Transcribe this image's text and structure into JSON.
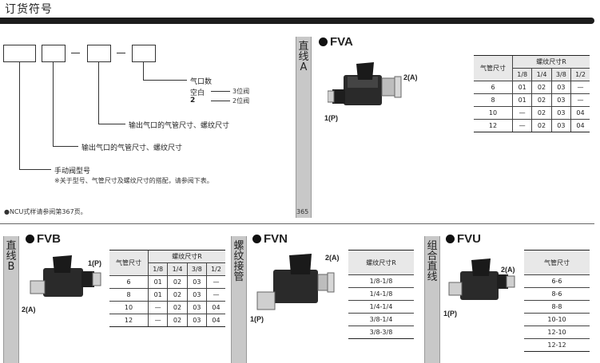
{
  "title": "订货符号",
  "diagram": {
    "dash": "—",
    "labels": {
      "ports": "气口数",
      "blank": "空白",
      "three": "3位阀",
      "two_key": "2",
      "two": "2位阀",
      "out1": "输出气口的气管尺寸、螺纹尺寸",
      "out2": "输出气口的气管尺寸、螺纹尺寸",
      "model": "手动阀型号",
      "note": "※关于型号、气管尺寸及螺纹尺寸的搭配，请参阅下表。"
    },
    "footnote": "●NCU式样请参阅第367页。"
  },
  "page_number": "365",
  "fva": {
    "tab": [
      "直",
      "线",
      "A"
    ],
    "name": "FVA",
    "port_top": "2(A)",
    "port_bottom": "1(P)",
    "table": {
      "col1": "气管尺寸",
      "group": "螺纹尺寸R",
      "sub": [
        "1/8",
        "1/4",
        "3/8",
        "1/2"
      ],
      "rows": [
        [
          "6",
          "01",
          "02",
          "03",
          "—"
        ],
        [
          "8",
          "01",
          "02",
          "03",
          "—"
        ],
        [
          "10",
          "—",
          "02",
          "03",
          "04"
        ],
        [
          "12",
          "—",
          "02",
          "03",
          "04"
        ]
      ]
    }
  },
  "fvb": {
    "tab": [
      "直",
      "线",
      "B"
    ],
    "name": "FVB",
    "port_top": "1(P)",
    "port_bottom": "2(A)",
    "table": {
      "col1": "气管尺寸",
      "group": "螺纹尺寸R",
      "sub": [
        "1/8",
        "1/4",
        "3/8",
        "1/2"
      ],
      "rows": [
        [
          "6",
          "01",
          "02",
          "03",
          "—"
        ],
        [
          "8",
          "01",
          "02",
          "03",
          "—"
        ],
        [
          "10",
          "—",
          "02",
          "03",
          "04"
        ],
        [
          "12",
          "—",
          "02",
          "03",
          "04"
        ]
      ]
    }
  },
  "fvn": {
    "tab": [
      "螺",
      "纹",
      "接",
      "管"
    ],
    "name": "FVN",
    "port_top": "2(A)",
    "port_bottom": "1(P)",
    "table": {
      "header": "螺纹尺寸R",
      "rows": [
        "1/8-1/8",
        "1/4-1/8",
        "1/4-1/4",
        "3/8-1/4",
        "3/8-3/8"
      ]
    }
  },
  "fvu": {
    "tab": [
      "组",
      "合",
      "直",
      "线"
    ],
    "name": "FVU",
    "port_top": "2(A)",
    "port_bottom": "1(P)",
    "table": {
      "header": "气管尺寸",
      "rows": [
        "6-6",
        "8-6",
        "8-8",
        "10-10",
        "12-10",
        "12-12"
      ]
    }
  }
}
